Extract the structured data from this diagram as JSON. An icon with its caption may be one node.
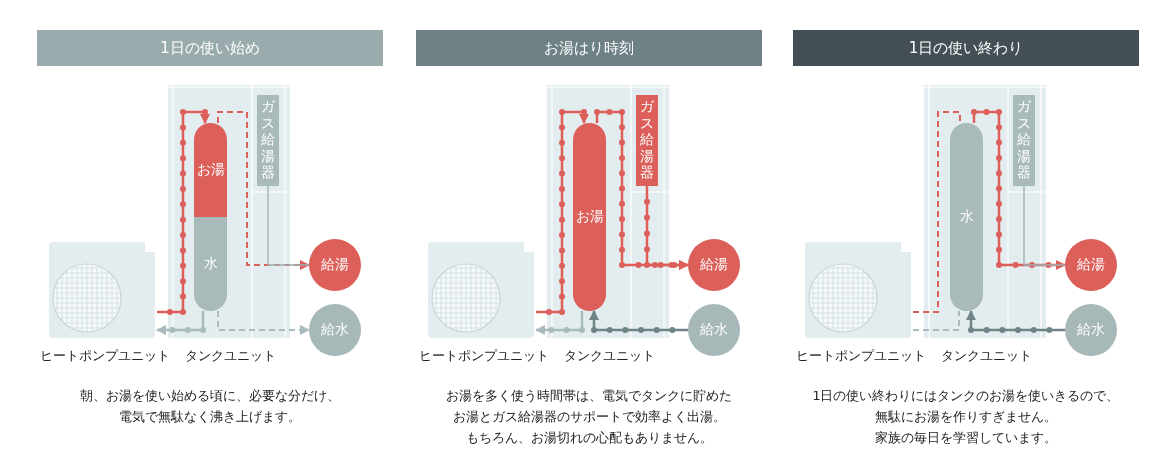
{
  "diagram": {
    "nodes": [
      {
        "text": [
          "1日の使い始め"
        ]
      },
      {
        "text": [],
        "shape": "picture",
        "beside": [
          "ヒートポンプユニット"
        ]
      },
      {
        "text": [],
        "shape": "box",
        "beside": [
          "タンクユニット"
        ]
      },
      {
        "text": [
          "お湯",
          "水"
        ],
        "in": 2
      },
      {
        "text": [
          "ガス給湯器"
        ],
        "in": 2
      },
      {
        "text": [
          "給湯"
        ]
      },
      {
        "text": [
          "給水"
        ]
      },
      {
        "text": [
          "お湯はり時刻"
        ]
      },
      {
        "text": [],
        "shape": "picture",
        "beside": [
          "ヒートポンプユニット"
        ]
      },
      {
        "text": [],
        "shape": "box",
        "beside": [
          "タンクユニット"
        ]
      },
      {
        "text": [
          "お湯"
        ],
        "in": 9
      },
      {
        "text": [
          "ガス給湯器"
        ],
        "in": 9
      },
      {
        "text": [
          "給湯"
        ]
      },
      {
        "text": [
          "給水"
        ]
      },
      {
        "text": [
          "1日の使い終わり"
        ]
      },
      {
        "text": [],
        "shape": "picture",
        "beside": [
          "ヒートポンプユニット"
        ]
      },
      {
        "text": [],
        "shape": "box",
        "beside": [
          "タンクユニット"
        ]
      },
      {
        "text": [
          "水"
        ],
        "in": 16
      },
      {
        "text": [
          "ガス給湯器"
        ],
        "in": 16
      },
      {
        "text": [
          "給湯"
        ]
      },
      {
        "text": [
          "給水"
        ]
      }
    ],
    "edges": [
      {
        "from": 1,
        "to": 3,
        "arrow": "to",
        "color": "#dd5f5a"
      },
      {
        "from": 3,
        "to": 5,
        "arrow": "to",
        "style": "dashed",
        "color": "#dd5f5a"
      },
      {
        "from": 4,
        "to": 5,
        "arrow": "none",
        "color": "#9fb0b1"
      },
      {
        "from": 3,
        "to": 1,
        "arrow": "to",
        "color": "#a9bbbc"
      },
      {
        "from": 3,
        "to": 6,
        "arrow": "to",
        "style": "dashed",
        "color": "#a9bbbc"
      },
      {
        "from": 8,
        "to": 10,
        "arrow": "to",
        "color": "#dd5f5a"
      },
      {
        "from": 10,
        "to": 12,
        "arrow": "to",
        "color": "#dd5f5a"
      },
      {
        "from": 11,
        "to": 12,
        "arrow": "to",
        "color": "#dd5f5a"
      },
      {
        "from": 10,
        "to": 8,
        "arrow": "to",
        "color": "#a9bbbc"
      },
      {
        "from": 13,
        "to": 10,
        "arrow": "to",
        "color": "#6e8486"
      },
      {
        "from": 15,
        "to": 17,
        "arrow": "none",
        "style": "dashed",
        "color": "#dd5f5a"
      },
      {
        "from": 15,
        "to": 17,
        "arrow": "none",
        "style": "dashed",
        "color": "#a9bbbc"
      },
      {
        "from": 17,
        "to": 19,
        "arrow": "to",
        "color": "#dd5f5a"
      },
      {
        "from": 18,
        "to": 19,
        "arrow": "none",
        "color": "#9fb0b1"
      },
      {
        "from": 20,
        "to": 17,
        "arrow": "to",
        "color": "#6e8486"
      }
    ],
    "labels": [
      "朝、お湯を使い始める頃に、必要な分だけ、",
      "電気で無駄なく沸き上げます。",
      "お湯を多く使う時間帯は、電気でタンクに貯めた",
      "お湯とガス給湯器のサポートで効率よく出湯。",
      "もちろん、お湯切れの心配もありません。",
      "1日の使い終わりにはタンクのお湯を使いきるので、",
      "無駄にお湯を作りすぎません。",
      "家族の毎日を学習しています。"
    ]
  }
}
